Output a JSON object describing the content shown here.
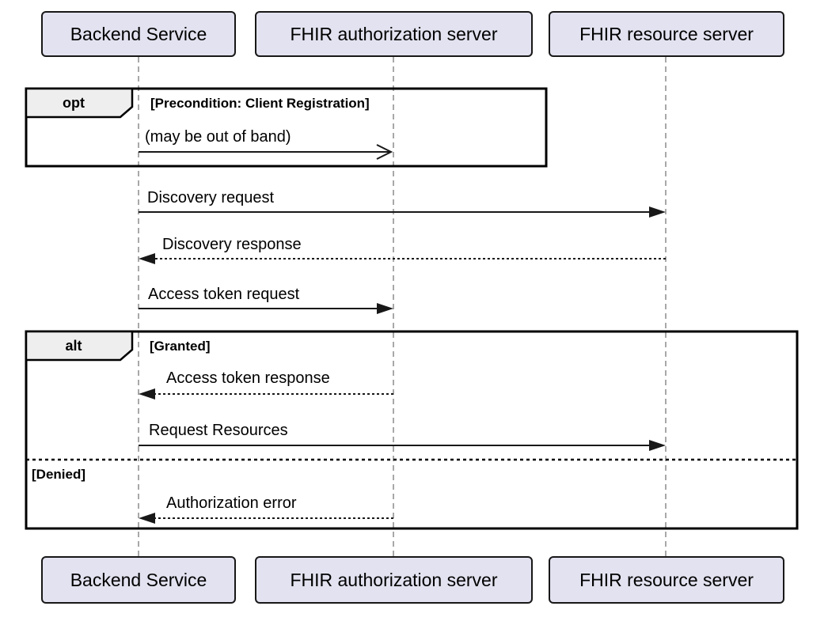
{
  "diagram": {
    "kind": "uml-sequence-diagram",
    "participants": [
      {
        "name": "Backend Service"
      },
      {
        "name": "FHIR authorization server"
      },
      {
        "name": "FHIR resource server"
      }
    ],
    "fragments": [
      {
        "operator": "opt",
        "condition": "[Precondition: Client Registration]"
      },
      {
        "operator": "alt",
        "conditions": [
          "[Granted]",
          "[Denied]"
        ]
      }
    ],
    "messages": [
      {
        "label": "(may be out of band)",
        "from": "Backend Service",
        "to": "FHIR authorization server",
        "line": "solid",
        "arrowhead": "open"
      },
      {
        "label": "Discovery request",
        "from": "Backend Service",
        "to": "FHIR resource server",
        "line": "solid",
        "arrowhead": "filled"
      },
      {
        "label": "Discovery response",
        "from": "FHIR resource server",
        "to": "Backend Service",
        "line": "dashed",
        "arrowhead": "filled"
      },
      {
        "label": "Access token request",
        "from": "Backend Service",
        "to": "FHIR authorization server",
        "line": "solid",
        "arrowhead": "filled"
      },
      {
        "label": "Access token response",
        "from": "FHIR authorization server",
        "to": "Backend Service",
        "line": "dashed",
        "arrowhead": "filled"
      },
      {
        "label": "Request Resources",
        "from": "Backend Service",
        "to": "FHIR resource server",
        "line": "solid",
        "arrowhead": "filled"
      },
      {
        "label": "Authorization error",
        "from": "FHIR authorization server",
        "to": "Backend Service",
        "line": "dashed",
        "arrowhead": "filled"
      }
    ],
    "colors": {
      "background": "#FFFFFF",
      "participant_fill": "#E2E2F0",
      "participant_border": "#181818",
      "fragment_border": "#000000",
      "fragment_label_fill": "#EEEEEE",
      "lifeline": "#A8A8A8",
      "message_line": "#181818",
      "text": "#000000"
    }
  }
}
